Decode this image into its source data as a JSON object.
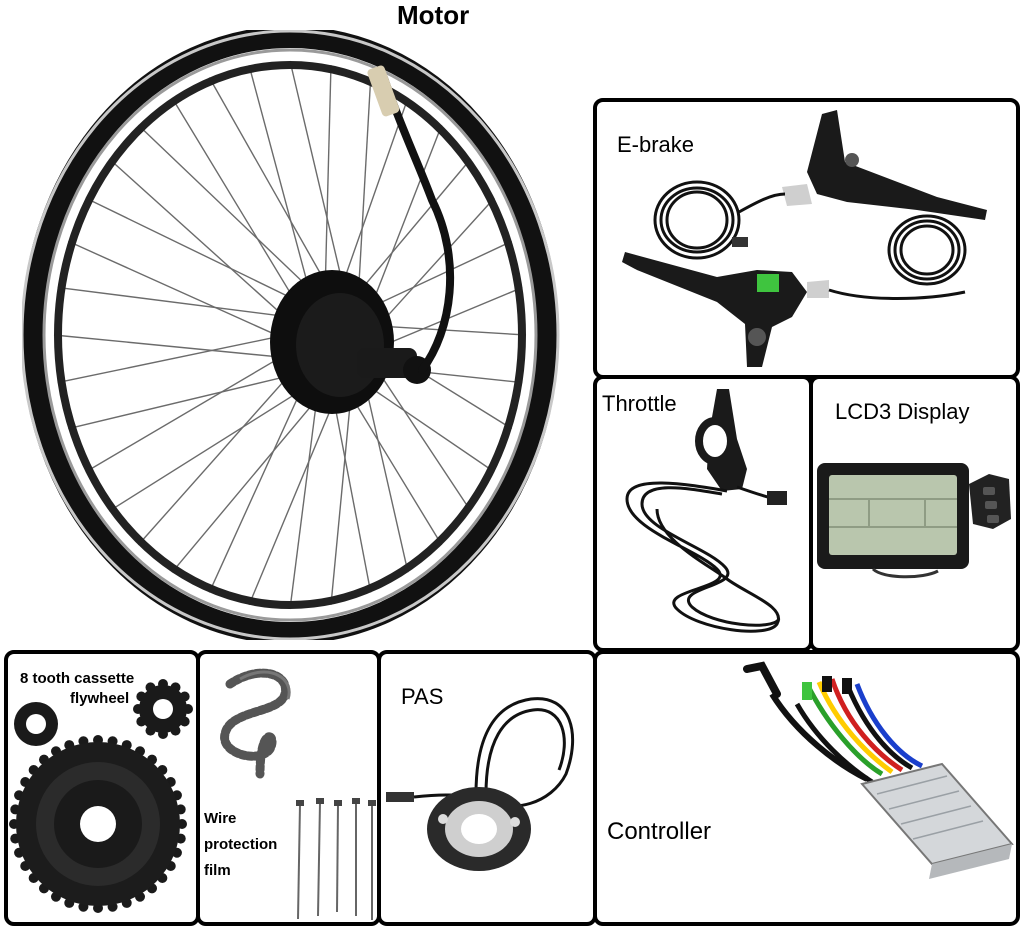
{
  "motor": {
    "title": "Motor"
  },
  "ebrake": {
    "label": "E-brake"
  },
  "throttle": {
    "label": "Throttle"
  },
  "lcd": {
    "label": "LCD3 Display"
  },
  "cassette": {
    "label_line1": "8 tooth cassette",
    "label_line2": "flywheel"
  },
  "wire": {
    "label_line1": "Wire",
    "label_line2": "protection",
    "label_line3": "film"
  },
  "pas": {
    "label": "PAS"
  },
  "controller": {
    "label": "Controller"
  },
  "icons": {
    "motor": "wheel-hub-motor-icon",
    "ebrake": "brake-lever-icon",
    "throttle": "thumb-throttle-icon",
    "lcd": "lcd-display-icon",
    "cassette": "cassette-gear-icon",
    "wire": "spiral-wrap-icon",
    "pas": "pedal-sensor-icon",
    "controller": "controller-box-icon"
  }
}
